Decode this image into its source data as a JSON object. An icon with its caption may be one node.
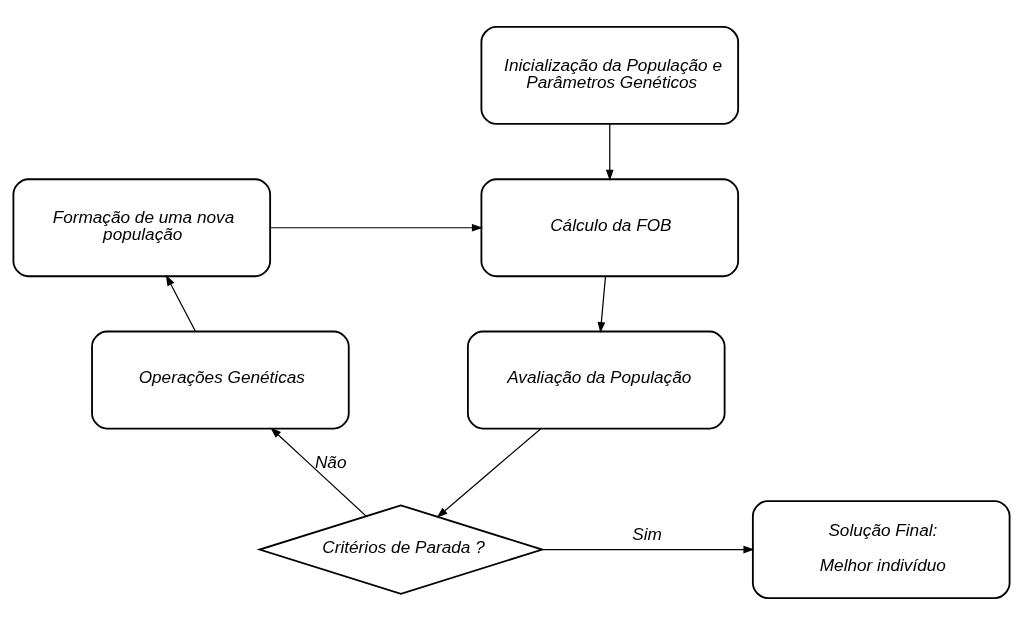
{
  "diagram": {
    "nodes": [
      {
        "text": [
          "Inicialização da População e Parâmetros Genéticos"
        ]
      },
      {
        "text": [
          "Cálculo da FOB"
        ]
      },
      {
        "text": [
          "Formação de uma nova população"
        ]
      },
      {
        "text": [
          "Avaliação da População"
        ]
      },
      {
        "text": [
          "Operações Genéticas"
        ]
      },
      {
        "text": [
          "Critérios de Parada ?"
        ]
      },
      {
        "text": [
          "Solução Final:",
          "Melhor indivíduo"
        ]
      }
    ],
    "edges": [
      {
        "from": 0,
        "to": 1,
        "arrow": "to"
      },
      {
        "from": 2,
        "to": 1,
        "arrow": "to"
      },
      {
        "from": 1,
        "to": 3,
        "arrow": "to"
      },
      {
        "from": 3,
        "to": 5,
        "arrow": "to"
      },
      {
        "from": 5,
        "to": 4,
        "arrow": "to",
        "label": "Não"
      },
      {
        "from": 4,
        "to": 2,
        "arrow": "to"
      },
      {
        "from": 5,
        "to": 6,
        "arrow": "to",
        "label": "Sim"
      }
    ]
  }
}
